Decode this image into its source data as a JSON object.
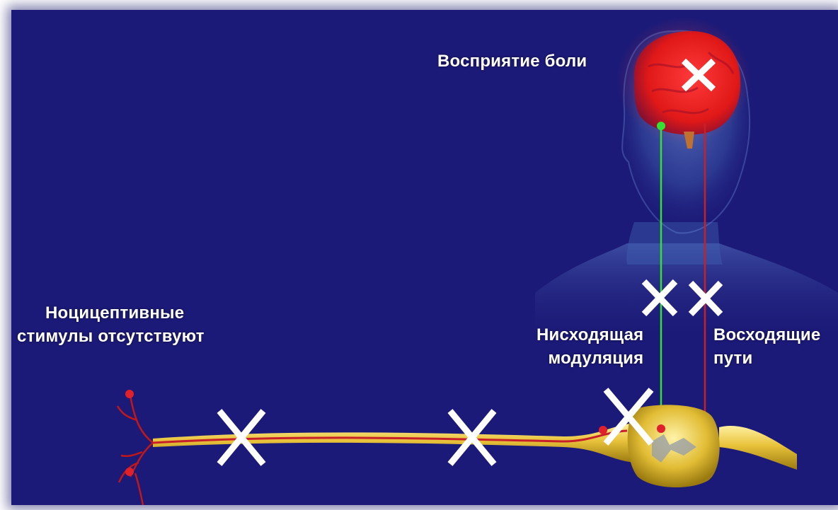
{
  "labels": {
    "pain_perception": "Восприятие боли",
    "nociceptive": [
      "Ноцицептивные",
      "стимулы отсутствуют"
    ],
    "descending": [
      "Нисходящая",
      "модуляция"
    ],
    "ascending": [
      "Восходящие",
      "пути"
    ]
  },
  "colors": {
    "background": "#1c1a78",
    "descending_path": "#33e033",
    "ascending_path": "#c8202a",
    "nerve": "#e8c23a",
    "block_mark": "#ffffff",
    "brain": "#ff2020"
  },
  "blocked_marks": [
    "brain",
    "descending-path",
    "ascending-path",
    "dorsal-horn",
    "nerve-middle",
    "nerve-peripheral"
  ]
}
